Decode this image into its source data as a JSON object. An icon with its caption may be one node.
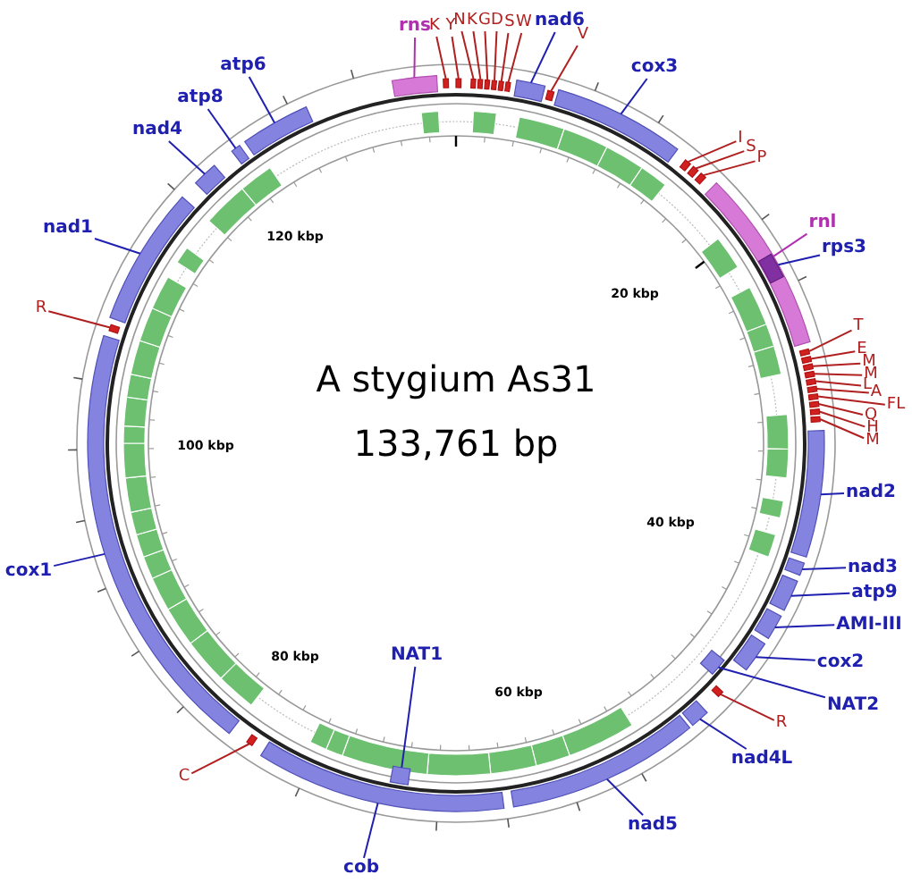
{
  "diagram": {
    "nodes": [
      {
        "text": [
          "rns"
        ]
      },
      {
        "text": [
          "K"
        ]
      },
      {
        "text": [
          "Y"
        ]
      },
      {
        "text": [
          "N"
        ]
      },
      {
        "text": [
          "K"
        ]
      },
      {
        "text": [
          "G"
        ]
      },
      {
        "text": [
          "D"
        ]
      },
      {
        "text": [
          "S"
        ]
      },
      {
        "text": [
          "W"
        ]
      },
      {
        "text": [
          "nad6"
        ]
      },
      {
        "text": [
          "V"
        ]
      },
      {
        "text": [
          "cox3"
        ]
      },
      {
        "text": [
          "I"
        ]
      },
      {
        "text": [
          "S"
        ]
      },
      {
        "text": [
          "P"
        ]
      },
      {
        "text": [
          "rnl"
        ]
      },
      {
        "text": [
          "rps3"
        ]
      },
      {
        "text": [
          "T"
        ]
      },
      {
        "text": [
          "E"
        ]
      },
      {
        "text": [
          "M"
        ]
      },
      {
        "text": [
          "M"
        ]
      },
      {
        "text": [
          "L"
        ]
      },
      {
        "text": [
          "A"
        ]
      },
      {
        "text": [
          "FL"
        ]
      },
      {
        "text": [
          "Q"
        ]
      },
      {
        "text": [
          "H"
        ]
      },
      {
        "text": [
          "M"
        ]
      },
      {
        "text": [
          "nad2"
        ]
      },
      {
        "text": [
          "nad3"
        ]
      },
      {
        "text": [
          "atp9"
        ]
      },
      {
        "text": [
          "AMI-III"
        ]
      },
      {
        "text": [
          "cox2"
        ]
      },
      {
        "text": [
          "NAT2"
        ]
      },
      {
        "text": [
          "R"
        ]
      },
      {
        "text": [
          "nad4L"
        ]
      },
      {
        "text": [
          "nad5"
        ]
      },
      {
        "text": [
          "NAT1"
        ]
      },
      {
        "text": [
          "cob"
        ]
      },
      {
        "text": [
          "C"
        ]
      },
      {
        "text": [
          "cox1"
        ]
      },
      {
        "text": [
          "R"
        ]
      },
      {
        "text": [
          "nad1"
        ]
      },
      {
        "text": [
          "nad4"
        ]
      },
      {
        "text": [
          "atp8"
        ]
      },
      {
        "text": [
          "atp6"
        ]
      },
      {
        "text": [],
        "shape": "bar"
      },
      {
        "text": [],
        "shape": "bar"
      },
      {
        "text": [],
        "shape": "bar"
      },
      {
        "text": [],
        "shape": "bar"
      },
      {
        "text": [],
        "shape": "bar"
      },
      {
        "text": [],
        "shape": "bar"
      },
      {
        "text": [],
        "shape": "bar"
      },
      {
        "text": [],
        "shape": "bar"
      },
      {
        "text": [],
        "shape": "bar"
      },
      {
        "text": [],
        "shape": "bar"
      },
      {
        "text": [],
        "shape": "bar"
      },
      {
        "text": [],
        "shape": "bar"
      },
      {
        "text": [],
        "shape": "bar"
      },
      {
        "text": [],
        "shape": "bar"
      },
      {
        "text": [],
        "shape": "bar"
      },
      {
        "text": [],
        "shape": "bar"
      },
      {
        "text": [],
        "shape": "bar",
        "in": 60
      },
      {
        "text": [],
        "shape": "bar"
      },
      {
        "text": [],
        "shape": "bar"
      },
      {
        "text": [],
        "shape": "bar"
      },
      {
        "text": [],
        "shape": "bar"
      },
      {
        "text": [],
        "shape": "bar"
      },
      {
        "text": [],
        "shape": "bar"
      },
      {
        "text": [],
        "shape": "bar"
      },
      {
        "text": [],
        "shape": "bar"
      },
      {
        "text": [],
        "shape": "bar"
      },
      {
        "text": [],
        "shape": "bar"
      },
      {
        "text": [],
        "shape": "bar"
      },
      {
        "text": [],
        "shape": "bar"
      },
      {
        "text": [],
        "shape": "bar"
      },
      {
        "text": [],
        "shape": "bar"
      },
      {
        "text": [],
        "shape": "bar"
      },
      {
        "text": [],
        "shape": "bar"
      },
      {
        "text": [],
        "shape": "bar"
      },
      {
        "text": [],
        "shape": "bar"
      },
      {
        "text": [],
        "shape": "bar"
      },
      {
        "text": [],
        "shape": "bar"
      },
      {
        "text": [],
        "shape": "bar"
      },
      {
        "text": [],
        "shape": "bar"
      },
      {
        "text": [],
        "shape": "bar"
      },
      {
        "text": [],
        "shape": "bar"
      },
      {
        "text": [],
        "shape": "bar"
      },
      {
        "text": [],
        "shape": "bar"
      },
      {
        "text": [],
        "shape": "bar"
      },
      {
        "text": [],
        "shape": "bar"
      }
    ],
    "edges": [
      {
        "from": 0,
        "to": 45,
        "arrow": "none",
        "color": "#b030b0"
      },
      {
        "from": 1,
        "to": 46,
        "arrow": "none"
      },
      {
        "from": 2,
        "to": 47,
        "arrow": "none"
      },
      {
        "from": 3,
        "to": 48,
        "arrow": "none"
      },
      {
        "from": 4,
        "to": 49,
        "arrow": "none"
      },
      {
        "from": 5,
        "to": 50,
        "arrow": "none"
      },
      {
        "from": 6,
        "to": 51,
        "arrow": "none"
      },
      {
        "from": 7,
        "to": 52,
        "arrow": "none"
      },
      {
        "from": 8,
        "to": 53,
        "arrow": "none"
      },
      {
        "from": 9,
        "to": 54,
        "arrow": "none",
        "color": "#2020b0"
      },
      {
        "from": 10,
        "to": 55,
        "arrow": "none"
      },
      {
        "from": 11,
        "to": 56,
        "arrow": "none",
        "color": "#2020b0"
      },
      {
        "from": 12,
        "to": 57,
        "arrow": "none"
      },
      {
        "from": 13,
        "to": 58,
        "arrow": "none"
      },
      {
        "from": 14,
        "to": 59,
        "arrow": "none"
      },
      {
        "from": 15,
        "to": 60,
        "arrow": "none",
        "color": "#b030b0"
      },
      {
        "from": 16,
        "to": 61,
        "arrow": "none",
        "color": "#2020b0"
      },
      {
        "from": 17,
        "to": 62,
        "arrow": "none"
      },
      {
        "from": 18,
        "to": 63,
        "arrow": "none"
      },
      {
        "from": 19,
        "to": 64,
        "arrow": "none"
      },
      {
        "from": 20,
        "to": 65,
        "arrow": "none"
      },
      {
        "from": 21,
        "to": 66,
        "arrow": "none"
      },
      {
        "from": 22,
        "to": 67,
        "arrow": "none"
      },
      {
        "from": 23,
        "to": 68,
        "arrow": "none"
      },
      {
        "from": 24,
        "to": 69,
        "arrow": "none"
      },
      {
        "from": 25,
        "to": 70,
        "arrow": "none"
      },
      {
        "from": 26,
        "to": 71,
        "arrow": "none"
      },
      {
        "from": 27,
        "to": 72,
        "arrow": "none",
        "color": "#2020b0"
      },
      {
        "from": 28,
        "to": 73,
        "arrow": "none",
        "color": "#2020b0"
      },
      {
        "from": 29,
        "to": 74,
        "arrow": "none",
        "color": "#2020b0"
      },
      {
        "from": 30,
        "to": 75,
        "arrow": "none",
        "color": "#2020b0"
      },
      {
        "from": 31,
        "to": 76,
        "arrow": "none",
        "color": "#2020b0"
      },
      {
        "from": 32,
        "to": 77,
        "arrow": "none",
        "color": "#2020b0"
      },
      {
        "from": 33,
        "to": 78,
        "arrow": "none"
      },
      {
        "from": 34,
        "to": 79,
        "arrow": "none",
        "color": "#2020b0"
      },
      {
        "from": 35,
        "to": 80,
        "arrow": "none",
        "color": "#2020b0"
      },
      {
        "from": 36,
        "to": 81,
        "arrow": "none",
        "color": "#2020b0"
      },
      {
        "from": 37,
        "to": 82,
        "arrow": "none",
        "color": "#2020b0"
      },
      {
        "from": 38,
        "to": 83,
        "arrow": "none"
      },
      {
        "from": 39,
        "to": 84,
        "arrow": "none",
        "color": "#2020b0"
      },
      {
        "from": 40,
        "to": 85,
        "arrow": "none"
      },
      {
        "from": 41,
        "to": 86,
        "arrow": "none",
        "color": "#2020b0"
      },
      {
        "from": 42,
        "to": 87,
        "arrow": "none",
        "color": "#2020b0"
      },
      {
        "from": 43,
        "to": 88,
        "arrow": "none",
        "color": "#2020b0"
      },
      {
        "from": 44,
        "to": 89,
        "arrow": "none",
        "color": "#2020b0"
      }
    ],
    "labels": [
      "A stygium As31",
      "133,761 bp",
      "120 kbp",
      "20 kbp",
      "40 kbp",
      "60 kbp",
      "80 kbp",
      "100 kbp"
    ]
  }
}
